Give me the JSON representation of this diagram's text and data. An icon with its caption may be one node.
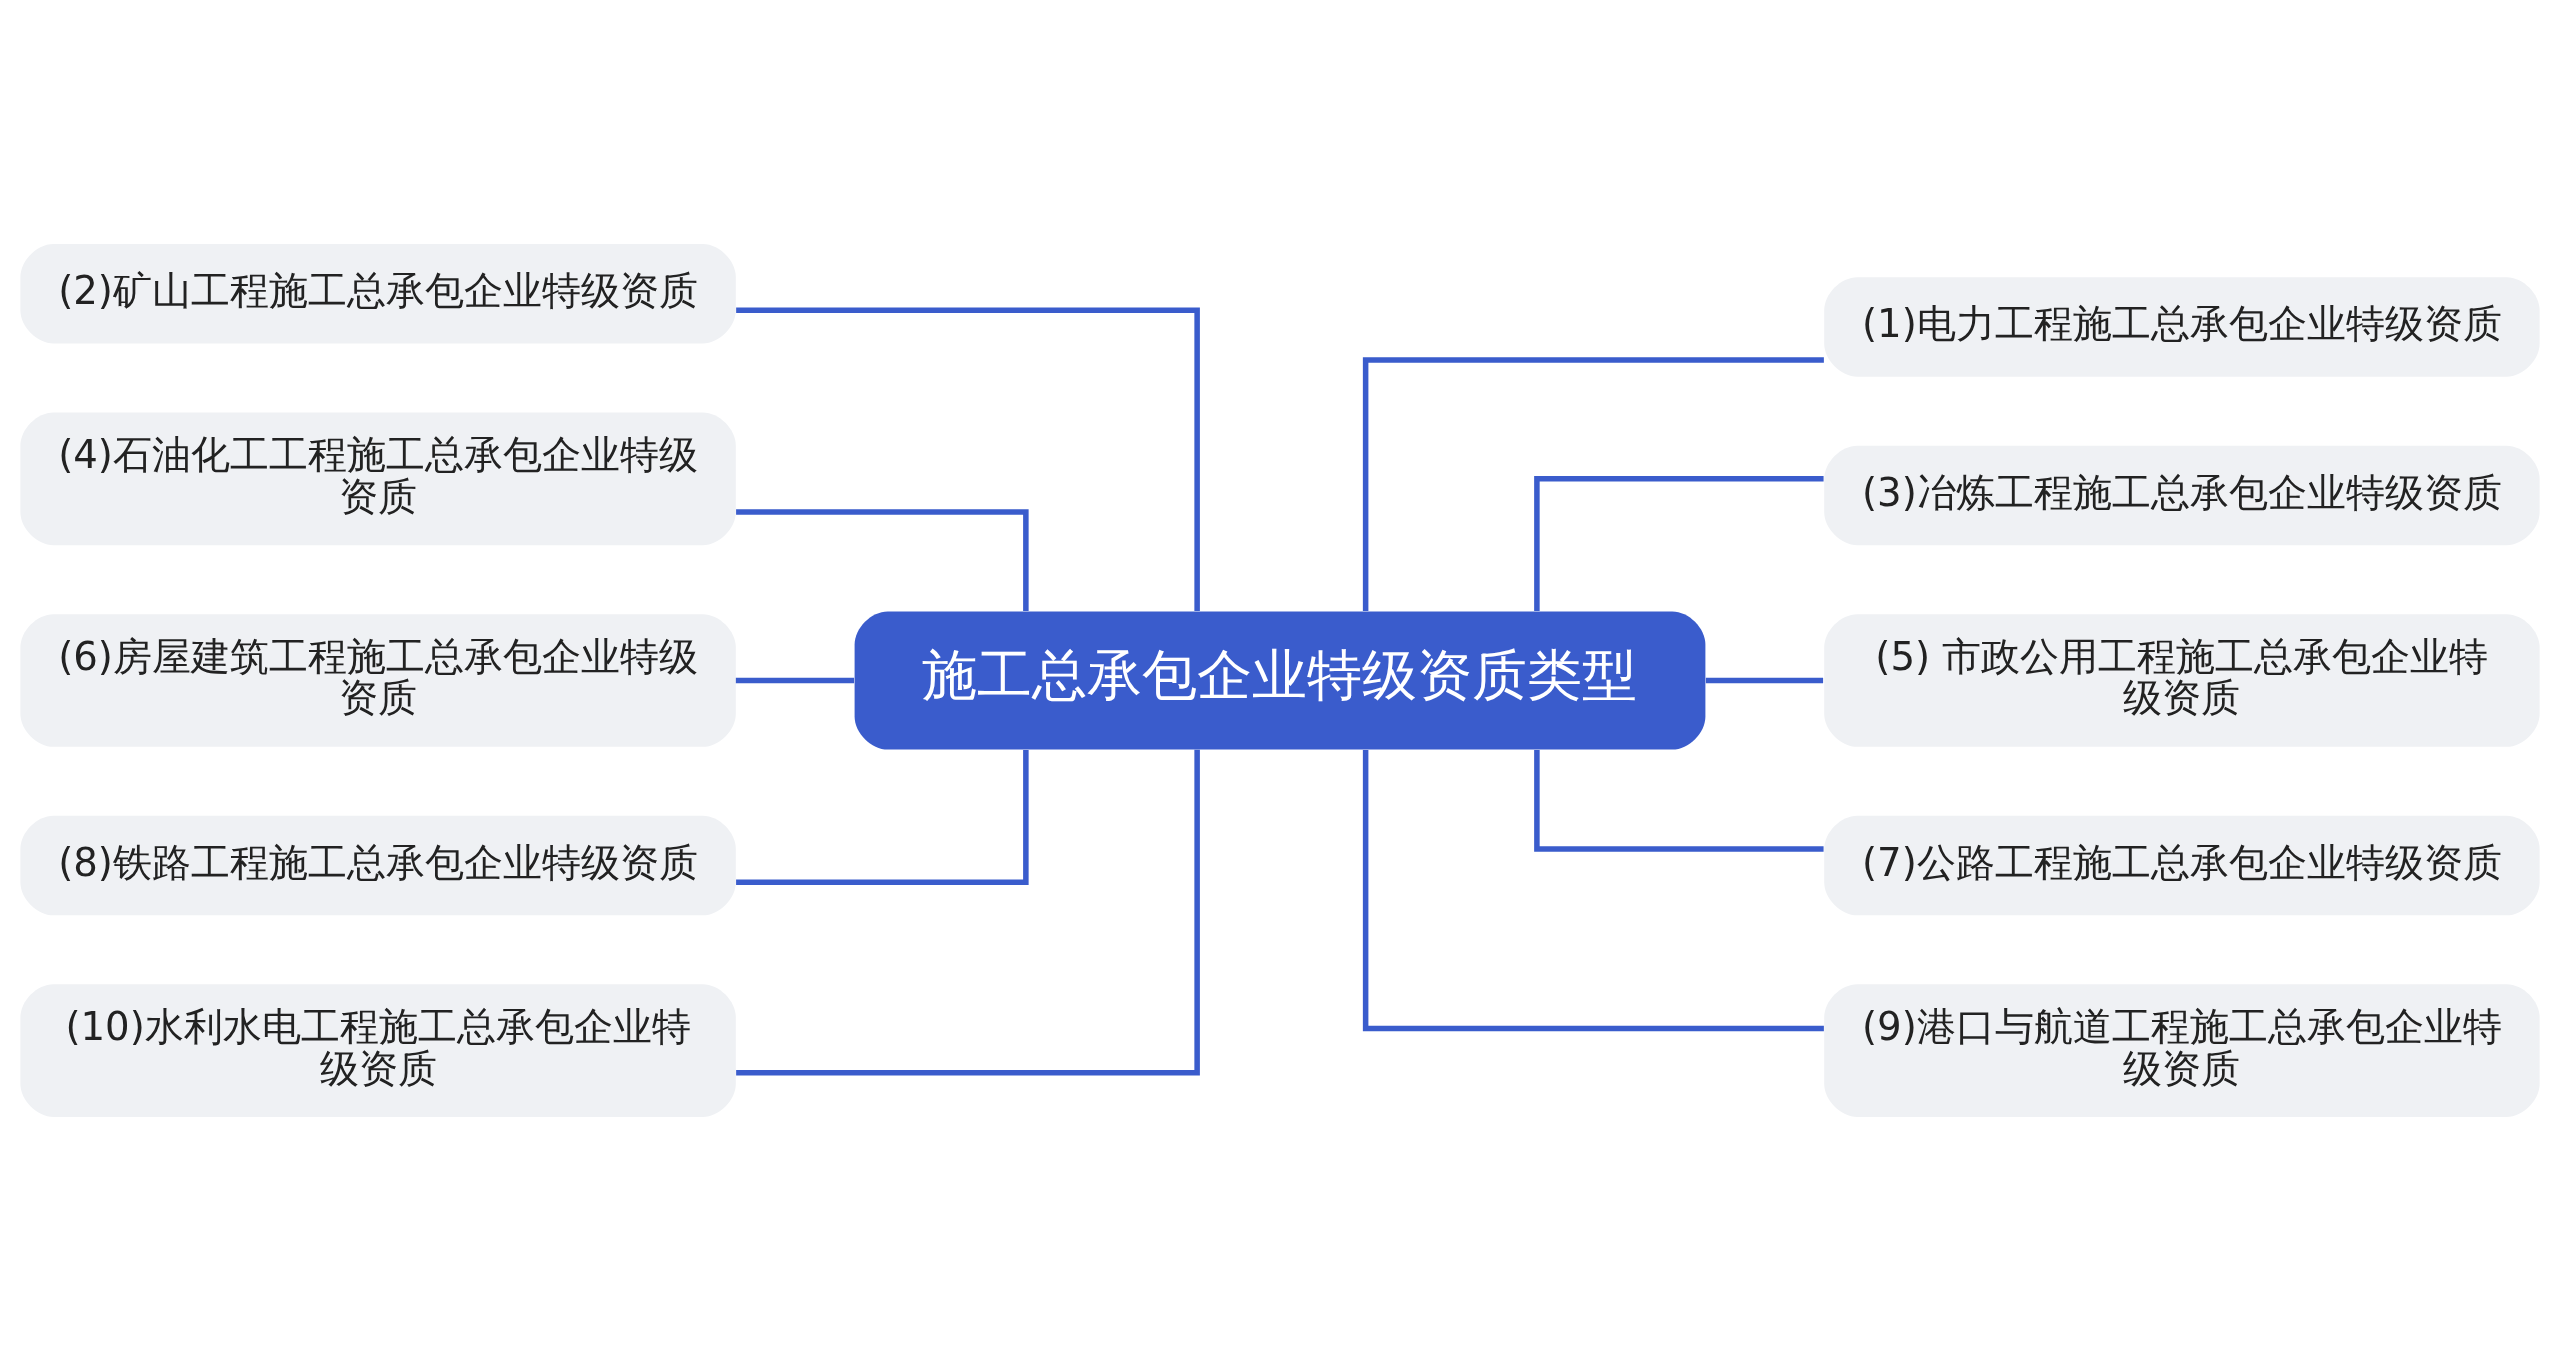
{
  "diagram": {
    "nodes": [
      {
        "text": [
          "施工总承包企业特级资质类型"
        ]
      },
      {
        "text": [
          "(2)矿山工程施工总承包企业特级资质"
        ]
      },
      {
        "text": [
          "(4)石油化工工程施工总承包企业特级资质"
        ]
      },
      {
        "text": [
          "(6)房屋建筑工程施工总承包企业特级资质"
        ]
      },
      {
        "text": [
          "(8)铁路工程施工总承包企业特级资质"
        ]
      },
      {
        "text": [
          "(10)水利水电工程施工总承包企业特级资质"
        ]
      },
      {
        "text": [
          "(1)电力工程施工总承包企业特级资质"
        ]
      },
      {
        "text": [
          "(3)冶炼工程施工总承包企业特级资质"
        ]
      },
      {
        "text": [
          "(5) 市政公用工程施工总承包企业特级资质"
        ]
      },
      {
        "text": [
          "(7)公路工程施工总承包企业特级资质"
        ]
      },
      {
        "text": [
          "(9)港口与航道工程施工总承包企业特级资质"
        ]
      }
    ],
    "edges": [
      {
        "from": 0,
        "to": 1,
        "arrow": "none"
      },
      {
        "from": 0,
        "to": 2,
        "arrow": "none"
      },
      {
        "from": 0,
        "to": 3,
        "arrow": "none"
      },
      {
        "from": 0,
        "to": 4,
        "arrow": "none"
      },
      {
        "from": 0,
        "to": 5,
        "arrow": "none"
      },
      {
        "from": 0,
        "to": 6,
        "arrow": "none"
      },
      {
        "from": 0,
        "to": 7,
        "arrow": "none"
      },
      {
        "from": 0,
        "to": 8,
        "arrow": "none"
      },
      {
        "from": 0,
        "to": 9,
        "arrow": "none"
      },
      {
        "from": 0,
        "to": 10,
        "arrow": "none"
      }
    ]
  }
}
